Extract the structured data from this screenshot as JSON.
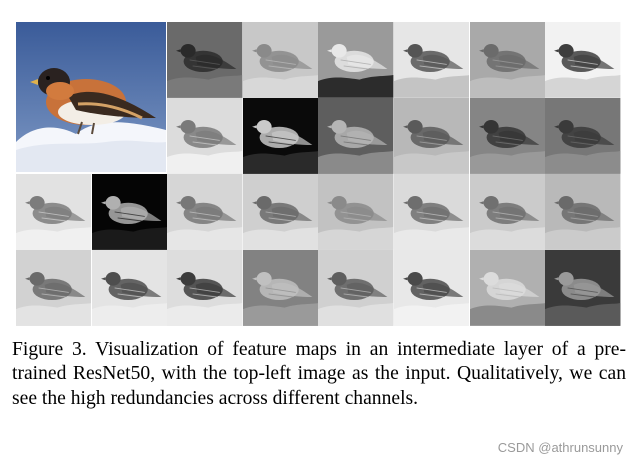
{
  "figure": {
    "input_label": "",
    "caption": "Figure 3.  Visualization of feature maps in an intermediate layer of a pre-trained ResNet50, with the top-left image as the input. Qualitatively, we can see the high redundancies across different channels.",
    "feature_maps": [
      {
        "row": 0,
        "col": 2,
        "bg": "#6a6a6a",
        "bird": "#2a2a2a",
        "ground": "#7a7a7a"
      },
      {
        "row": 0,
        "col": 3,
        "bg": "#c8c8c8",
        "bird": "#8a8a8a",
        "ground": "#d8d8d8"
      },
      {
        "row": 0,
        "col": 4,
        "bg": "#9a9a9a",
        "bird": "#e8e8e8",
        "ground": "#2c2c2c"
      },
      {
        "row": 0,
        "col": 5,
        "bg": "#e6e6e6",
        "bird": "#555555",
        "ground": "#c4c4c4"
      },
      {
        "row": 0,
        "col": 6,
        "bg": "#a9a9a9",
        "bird": "#6b6b6b",
        "ground": "#bdbdbd"
      },
      {
        "row": 0,
        "col": 7,
        "bg": "#f2f2f2",
        "bird": "#3e3e3e",
        "ground": "#d5d5d5"
      },
      {
        "row": 1,
        "col": 2,
        "bg": "#dcdcdc",
        "bird": "#7a7a7a",
        "ground": "#f0f0f0"
      },
      {
        "row": 1,
        "col": 3,
        "bg": "#0a0a0a",
        "bird": "#c9c9c9",
        "ground": "#2a2a2a"
      },
      {
        "row": 1,
        "col": 4,
        "bg": "#5e5e5e",
        "bird": "#b5b5b5",
        "ground": "#8a8a8a"
      },
      {
        "row": 1,
        "col": 5,
        "bg": "#b8b8b8",
        "bird": "#5a5a5a",
        "ground": "#c8c8c8"
      },
      {
        "row": 1,
        "col": 6,
        "bg": "#858585",
        "bird": "#353535",
        "ground": "#999999"
      },
      {
        "row": 1,
        "col": 7,
        "bg": "#777777",
        "bird": "#3a3a3a",
        "ground": "#8c8c8c"
      },
      {
        "row": 2,
        "col": 0,
        "bg": "#e2e2e2",
        "bird": "#7c7c7c",
        "ground": "#f0f0f0"
      },
      {
        "row": 2,
        "col": 1,
        "bg": "#050505",
        "bird": "#b0b0b0",
        "ground": "#1a1a1a"
      },
      {
        "row": 2,
        "col": 2,
        "bg": "#d6d6d6",
        "bird": "#777777",
        "ground": "#e6e6e6"
      },
      {
        "row": 2,
        "col": 3,
        "bg": "#cfcfcf",
        "bird": "#6a6a6a",
        "ground": "#e1e1e1"
      },
      {
        "row": 2,
        "col": 4,
        "bg": "#c2c2c2",
        "bird": "#8a8a8a",
        "ground": "#d6d6d6"
      },
      {
        "row": 2,
        "col": 5,
        "bg": "#dadada",
        "bird": "#6e6e6e",
        "ground": "#e9e9e9"
      },
      {
        "row": 2,
        "col": 6,
        "bg": "#cbcbcb",
        "bird": "#707070",
        "ground": "#dcdcdc"
      },
      {
        "row": 2,
        "col": 7,
        "bg": "#b9b9b9",
        "bird": "#6a6a6a",
        "ground": "#cbcbcb"
      },
      {
        "row": 3,
        "col": 0,
        "bg": "#d2d2d2",
        "bird": "#6a6a6a",
        "ground": "#e3e3e3"
      },
      {
        "row": 3,
        "col": 1,
        "bg": "#e4e4e4",
        "bird": "#4e4e4e",
        "ground": "#ededed"
      },
      {
        "row": 3,
        "col": 2,
        "bg": "#dddddd",
        "bird": "#3c3c3c",
        "ground": "#ebebeb"
      },
      {
        "row": 3,
        "col": 3,
        "bg": "#828282",
        "bird": "#c0c0c0",
        "ground": "#9a9a9a"
      },
      {
        "row": 3,
        "col": 4,
        "bg": "#d0d0d0",
        "bird": "#5e5e5e",
        "ground": "#e0e0e0"
      },
      {
        "row": 3,
        "col": 5,
        "bg": "#e8e8e8",
        "bird": "#4a4a4a",
        "ground": "#f2f2f2"
      },
      {
        "row": 3,
        "col": 6,
        "bg": "#b0b0b0",
        "bird": "#dcdcdc",
        "ground": "#8a8a8a"
      },
      {
        "row": 3,
        "col": 7,
        "bg": "#3a3a3a",
        "bird": "#9a9a9a",
        "ground": "#5a5a5a"
      }
    ]
  },
  "watermark": "CSDN @athrunsunny"
}
